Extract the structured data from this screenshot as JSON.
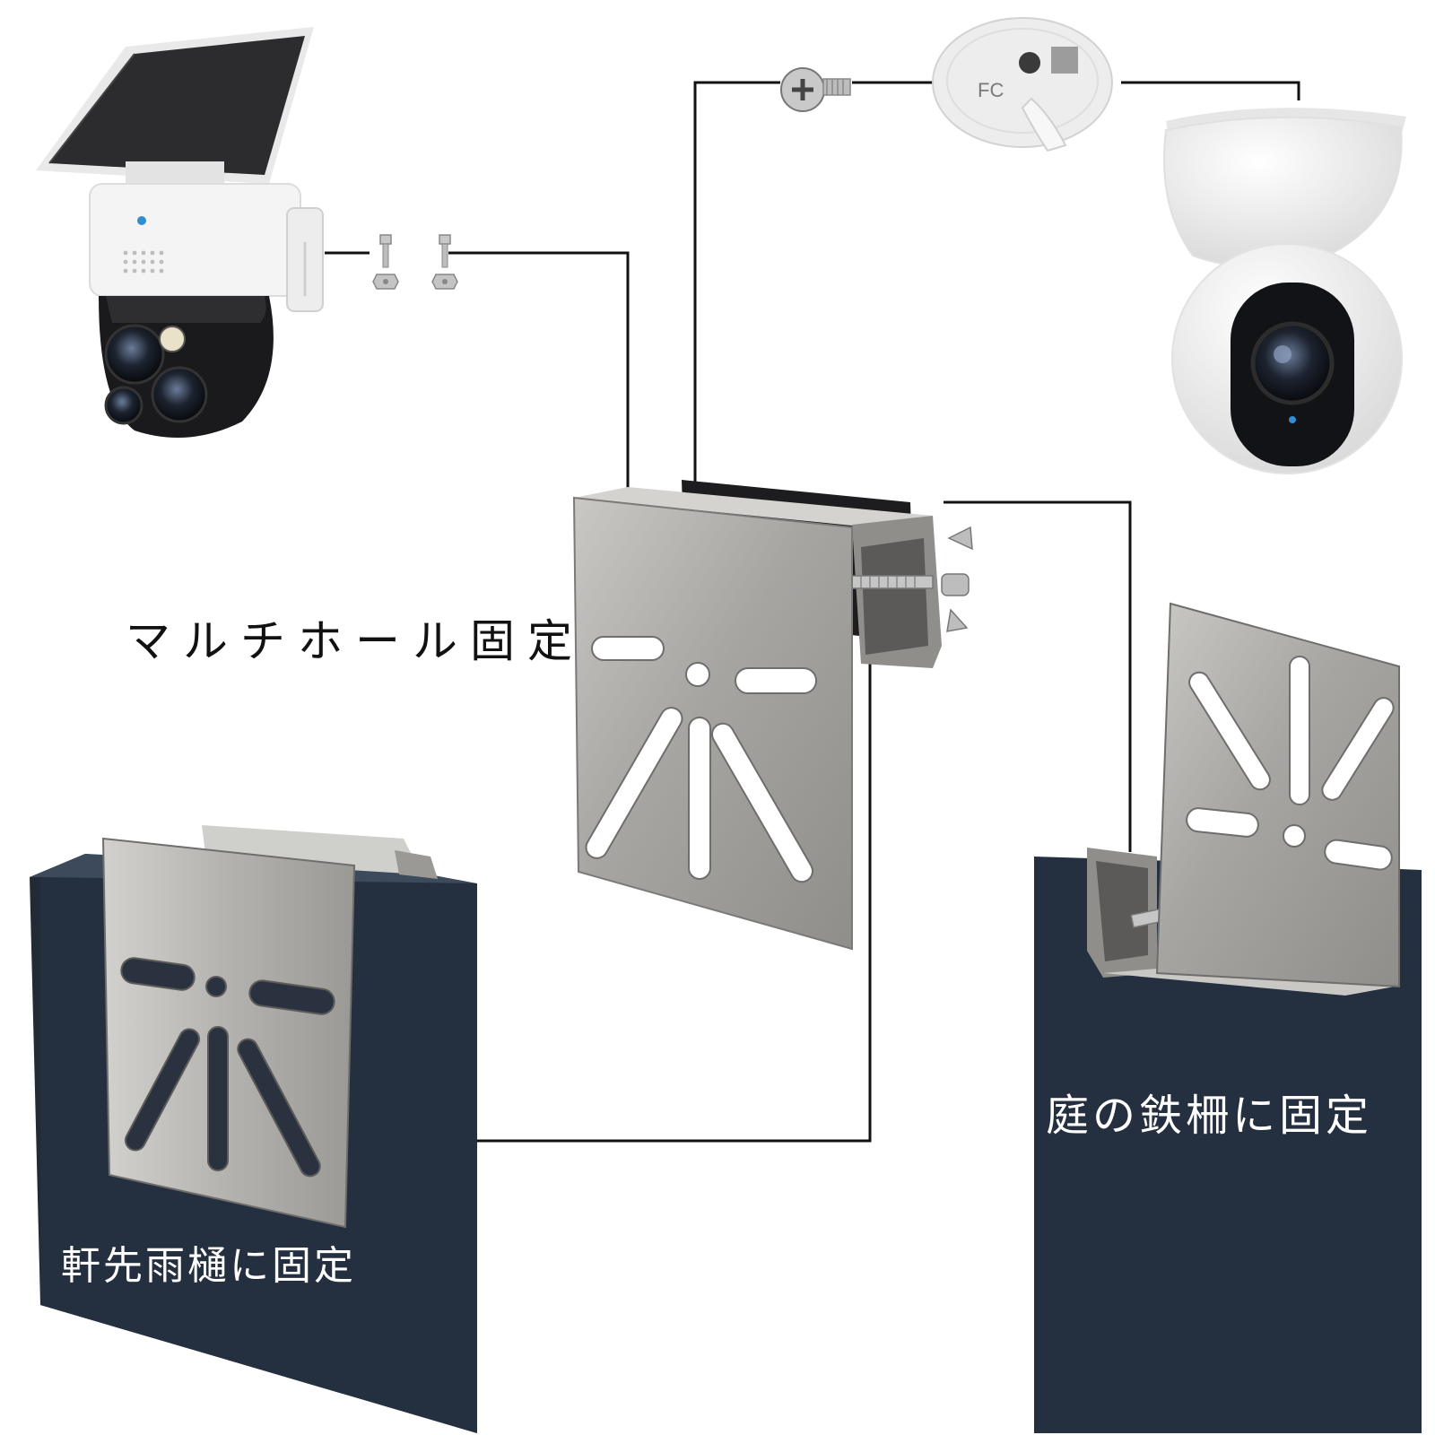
{
  "labels": {
    "multi_hole": "マルチホール固定",
    "gutter": "軒先雨樋に固定",
    "fence": "庭の鉄柵に固定"
  },
  "plate_text": {
    "fcc": "FC"
  },
  "colors": {
    "steel": "#a9a8a6",
    "steel_dark": "#7b7a78",
    "navy": "#24303f",
    "leader": "#111111",
    "solar_panel": "#2c2c2e",
    "camera_white": "#f4f4f4",
    "accent_led": "#2f8fd0"
  }
}
